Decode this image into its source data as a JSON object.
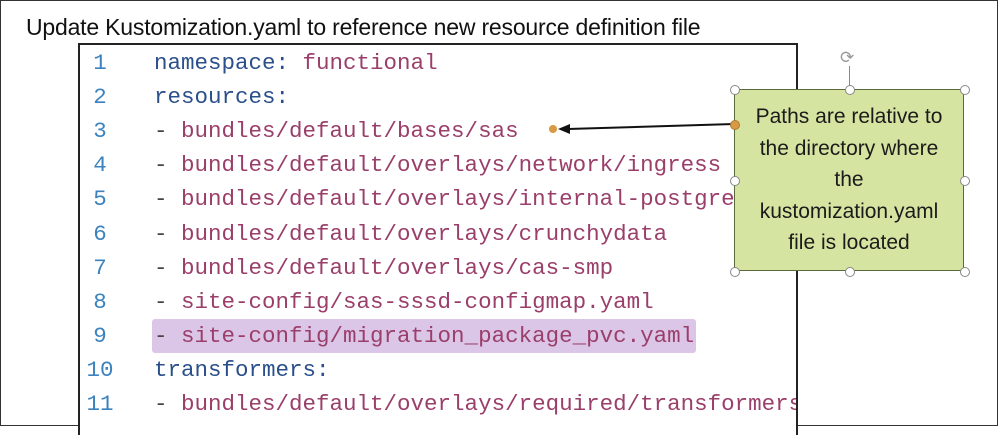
{
  "title": "Update Kustomization.yaml to reference new resource definition file",
  "code_lines": [
    {
      "n": "1",
      "key": "namespace:",
      "dash": "",
      "val": "functional"
    },
    {
      "n": "2",
      "key": "resources:",
      "dash": "",
      "val": ""
    },
    {
      "n": "3",
      "key": "",
      "dash": "- ",
      "val": "bundles/default/bases/sas"
    },
    {
      "n": "4",
      "key": "",
      "dash": "- ",
      "val": "bundles/default/overlays/network/ingress"
    },
    {
      "n": "5",
      "key": "",
      "dash": "- ",
      "val": "bundles/default/overlays/internal-postgres"
    },
    {
      "n": "6",
      "key": "",
      "dash": "- ",
      "val": "bundles/default/overlays/crunchydata"
    },
    {
      "n": "7",
      "key": "",
      "dash": "- ",
      "val": "bundles/default/overlays/cas-smp"
    },
    {
      "n": "8",
      "key": "",
      "dash": "- ",
      "val": "site-config/sas-sssd-configmap.yaml"
    },
    {
      "n": "9",
      "key": "",
      "dash": "- ",
      "val": "site-config/migration_package_pvc.yaml"
    },
    {
      "n": "10",
      "key": "transformers:",
      "dash": "",
      "val": ""
    },
    {
      "n": "11",
      "key": "",
      "dash": "- ",
      "val": "bundles/default/overlays/required/transformers.yaml"
    }
  ],
  "highlighted_line": "9",
  "callout": {
    "text": "Paths are relative to the directory where the kustomization.yaml file is located"
  },
  "colors": {
    "callout_bg": "#d6e4a1",
    "highlight": "#dcc6e8",
    "key": "#2a4f8a",
    "value": "#9a3e6a",
    "line_number": "#3c82bd"
  }
}
